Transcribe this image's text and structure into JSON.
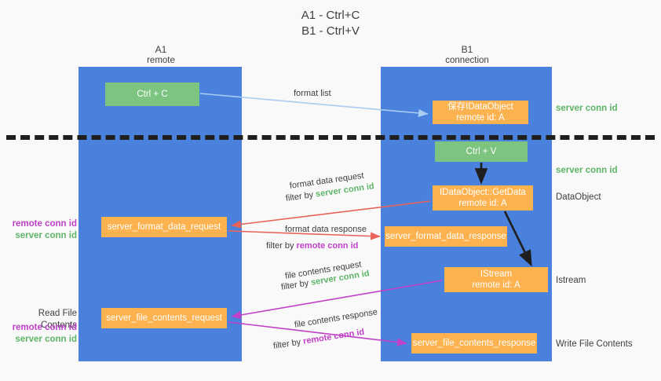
{
  "title": {
    "line1": "A1 - Ctrl+C",
    "line2": "B1 - Ctrl+V"
  },
  "colors": {
    "lane": "#4a81dd",
    "green_node": "#7cc47f",
    "orange_node": "#fcb24f",
    "server_conn_id": "#5eb568",
    "remote_conn_id": "#c040c8",
    "red_arrow": "#e8645a",
    "purple_arrow": "#c040c8",
    "blue_arrow": "#a8cdf0",
    "black_arrow": "#1f1f1f",
    "background": "#f9f9f9"
  },
  "lanes": [
    {
      "name": "A1",
      "sub": "remote"
    },
    {
      "name": "B1",
      "sub": "connection"
    }
  ],
  "nodes": {
    "ctrl_c": {
      "line1": "Ctrl + C",
      "line2": "",
      "style": "green"
    },
    "save_dataobj": {
      "line1": "保存IDataObject",
      "line2": "remote id: A",
      "style": "orange"
    },
    "ctrl_v": {
      "line1": "Ctrl + V",
      "line2": "",
      "style": "green"
    },
    "getdata": {
      "line1": "IDataObject::GetData",
      "line2": "remote id: A",
      "style": "orange"
    },
    "format_data_request": {
      "line1": "server_format_data_request",
      "line2": "",
      "style": "orange"
    },
    "format_data_response": {
      "line1": "server_format_data_response",
      "line2": "",
      "style": "orange"
    },
    "istream": {
      "line1": "IStream",
      "line2": "remote id: A",
      "style": "orange"
    },
    "file_contents_request": {
      "line1": "server_file_contents_request",
      "line2": "",
      "style": "orange"
    },
    "file_contents_response": {
      "line1": "server_file_contents_response",
      "line2": "",
      "style": "orange"
    }
  },
  "right_labels": {
    "server_conn_id_1": "server conn id",
    "server_conn_id_2": "server conn id",
    "dataobject": "DataObject",
    "istream": "Istream",
    "write_file_contents": "Write File Contents"
  },
  "left_labels": {
    "remote_conn_id_1": "remote conn id",
    "server_conn_id_1": "server conn id",
    "read_file_contents": "Read File Contents",
    "remote_conn_id_2": "remote conn id",
    "server_conn_id_2": "server conn id"
  },
  "edge_labels": {
    "format_list": "format list",
    "format_data_request": "format data request",
    "format_data_request_filter_prefix": "filter by ",
    "format_data_request_filter_key": "server conn id",
    "format_data_response": "format data response",
    "format_data_response_filter_prefix": "filter by ",
    "format_data_response_filter_key": "remote conn id",
    "file_contents_request": "file contents request",
    "file_contents_request_filter_prefix": "filter by ",
    "file_contents_request_filter_key": "server conn id",
    "file_contents_response": "file contents response",
    "file_contents_response_filter_prefix": "filter by ",
    "file_contents_response_filter_key": "remote conn id"
  }
}
